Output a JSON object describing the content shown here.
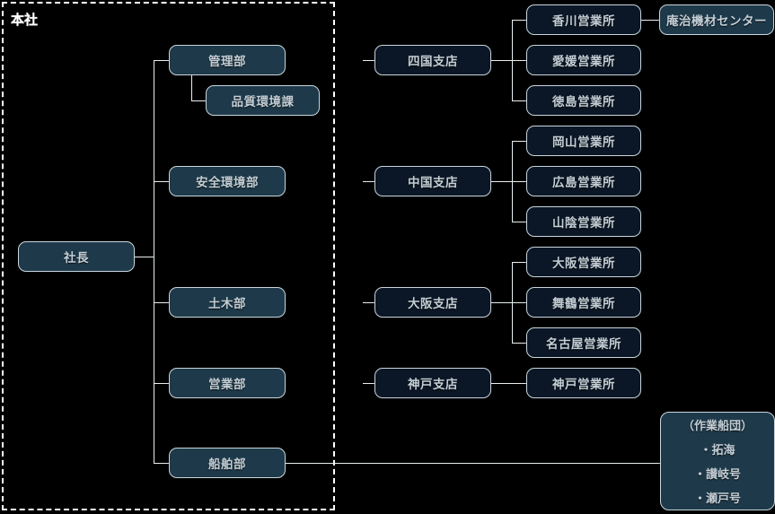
{
  "diagram": {
    "region_label": "本社",
    "colors": {
      "background": "#000000",
      "box_fill_light": "#1e3a4a",
      "box_fill_dark": "#0b1726",
      "border": "#c9d6de",
      "text": "#c3ced6",
      "line": "#e8eef1",
      "region_border": "#ffffff"
    },
    "head_office": {
      "root": {
        "label": "社長"
      },
      "departments": [
        {
          "label": "管理部"
        },
        {
          "label": "安全環境部"
        },
        {
          "label": "土木部"
        },
        {
          "label": "営業部"
        },
        {
          "label": "船舶部"
        }
      ],
      "sub_section": {
        "label": "品質環境課",
        "parent": "管理部"
      }
    },
    "branches": [
      {
        "label": "四国支店",
        "offices": [
          {
            "label": "香川営業所",
            "child": {
              "label": "庵治機材センター"
            }
          },
          {
            "label": "愛媛営業所"
          },
          {
            "label": "徳島営業所"
          }
        ]
      },
      {
        "label": "中国支店",
        "offices": [
          {
            "label": "岡山営業所"
          },
          {
            "label": "広島営業所"
          },
          {
            "label": "山陰営業所"
          }
        ]
      },
      {
        "label": "大阪支店",
        "offices": [
          {
            "label": "大阪営業所"
          },
          {
            "label": "舞鶴営業所"
          },
          {
            "label": "名古屋営業所"
          }
        ]
      },
      {
        "label": "神戸支店",
        "offices": [
          {
            "label": "神戸営業所"
          }
        ]
      }
    ],
    "fleet": {
      "title": "（作業船団）",
      "items": [
        "・拓海",
        "・讃岐号",
        "・瀬戸号"
      ]
    }
  }
}
